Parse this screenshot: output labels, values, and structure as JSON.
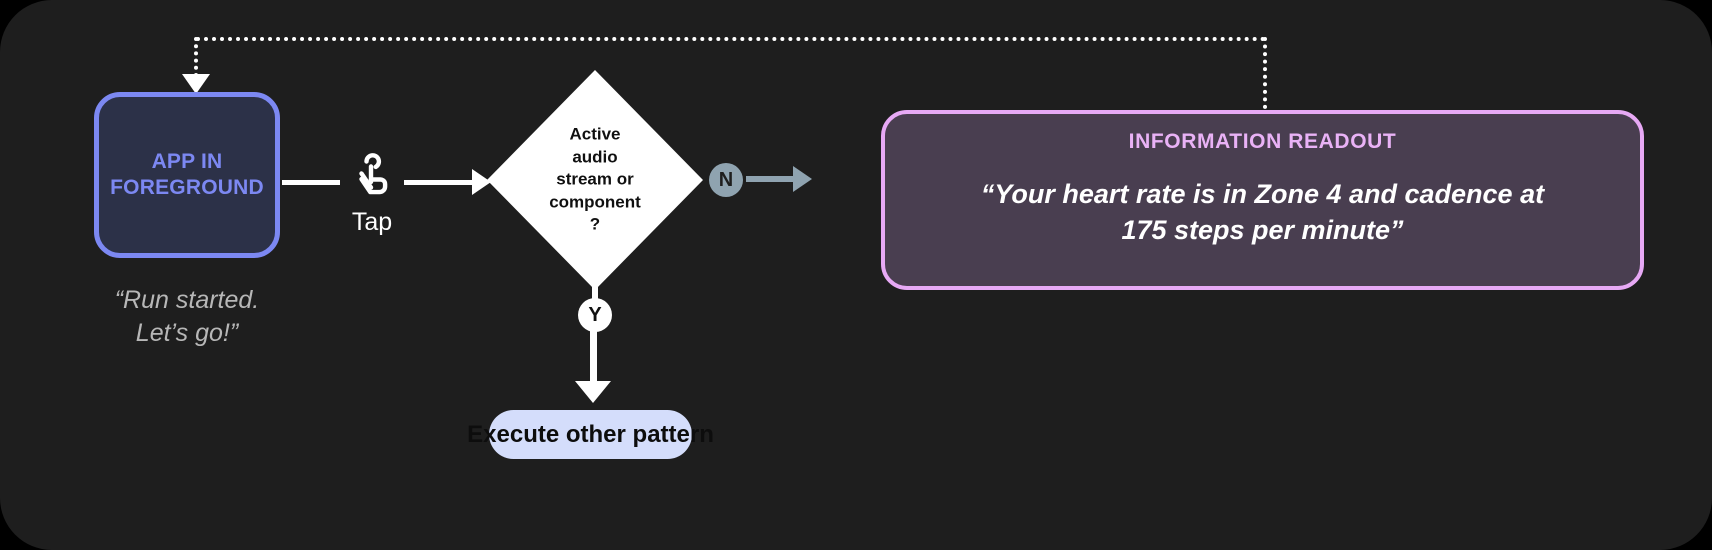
{
  "diagram": {
    "background_color": "#1e1e1e",
    "app_node": {
      "label": "APP IN FOREGROUND",
      "accent_color": "#7c88f2",
      "fill_color": "#2c3148",
      "caption": "“Run started. Let’s go!”"
    },
    "tap_connector": {
      "icon": "tap-gesture-icon",
      "label": "Tap"
    },
    "decision": {
      "text": "Active audio stream or component ?",
      "shape": "diamond",
      "fill_color": "#ffffff"
    },
    "branch_no": {
      "badge": "N",
      "badge_color": "#8fa3b0"
    },
    "branch_yes": {
      "badge": "Y",
      "badge_color": "#ffffff"
    },
    "execute_pill": {
      "label": "Execute other pattern",
      "fill_color": "#d4ddfb"
    },
    "readout": {
      "title": "INFORMATION READOUT",
      "body": "“Your heart rate is in Zone 4 and cadence at 175 steps per minute”",
      "accent_color": "#e7a9f5",
      "fill_color": "#493e50"
    },
    "feedback_loop": {
      "style": "dotted",
      "color": "#ffffff"
    }
  }
}
